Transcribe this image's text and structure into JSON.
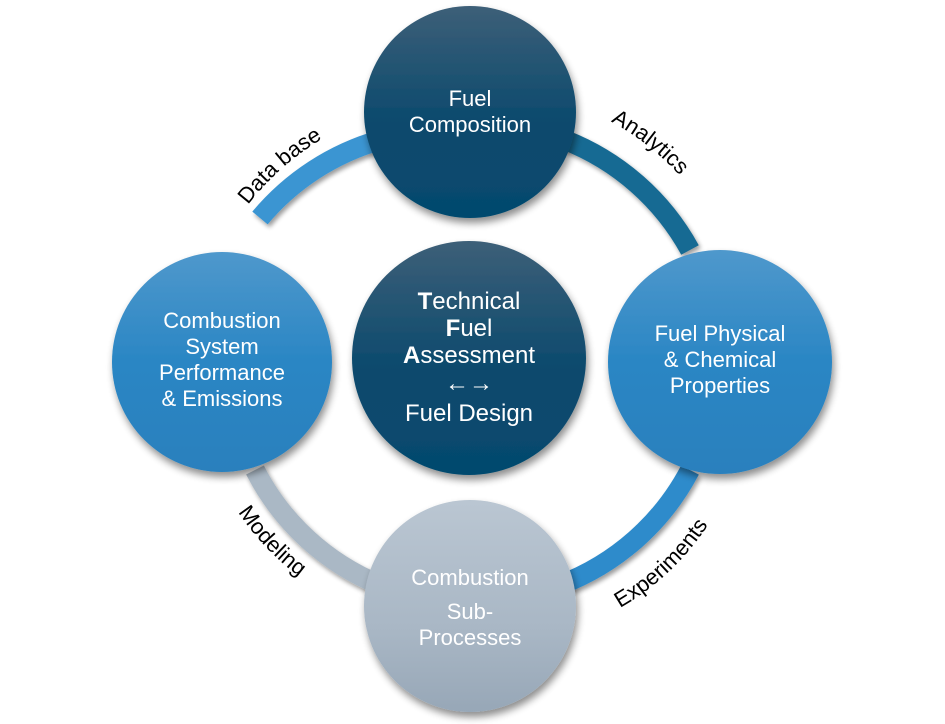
{
  "diagram": {
    "center": {
      "lines": [
        {
          "initial": "T",
          "rest": "echnical"
        },
        {
          "initial": "F",
          "rest": "uel"
        },
        {
          "initial": "A",
          "rest": "ssessment"
        },
        {
          "initial": "",
          "rest": "←→"
        },
        {
          "initial": "",
          "rest": "Fuel Design"
        }
      ]
    },
    "nodes": {
      "top": {
        "lines": [
          "Fuel",
          "Composition"
        ]
      },
      "right": {
        "lines": [
          "Fuel Physical",
          "& Chemical",
          "Properties"
        ]
      },
      "bottom": {
        "lines": [
          "Combustion",
          "Sub-",
          "Processes"
        ]
      },
      "left": {
        "lines": [
          "Combustion",
          "System",
          "Performance",
          "& Emissions"
        ]
      }
    },
    "edges": {
      "top_left": "Data base",
      "top_right": "Analytics",
      "bottom_right": "Experiments",
      "bottom_left": "Modeling"
    },
    "colors": {
      "dark_navy": "#0b4a6d",
      "dark_navy_top": "#3d5f78",
      "mid_blue": "#2a86c4",
      "mid_blue_top": "#4f98cc",
      "gray_blue": "#a3b1bf",
      "gray_blue_top": "#bac6d2",
      "arc_light_blue": "#3b95d2",
      "arc_dark_blue": "#156a93",
      "arc_gray": "#aab8c5"
    }
  }
}
